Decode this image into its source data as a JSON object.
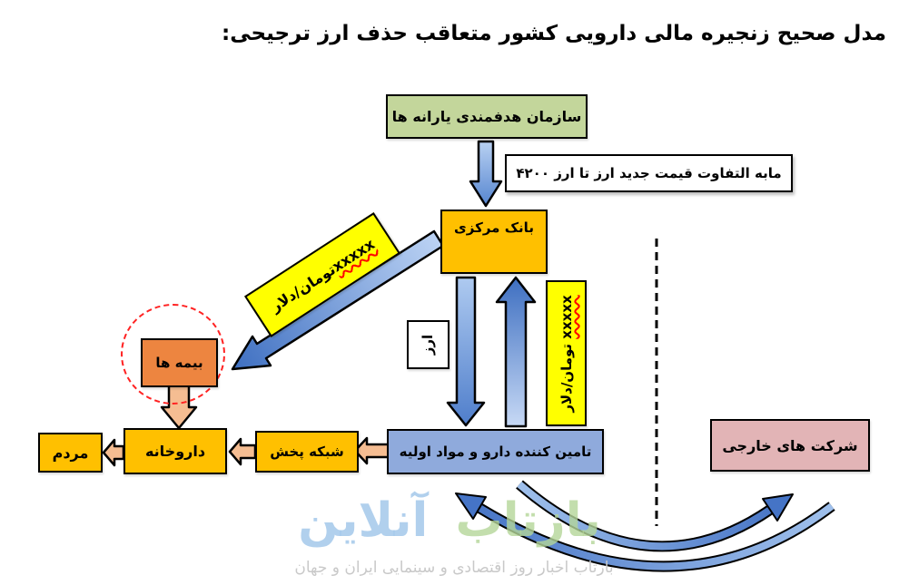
{
  "title": "مدل صحیح زنجیره مالی دارویی کشور متعاقب حذف ارز ترجیحی:",
  "boxes": {
    "subsidies_org": {
      "label": "سازمان هدفمندی یارانه ها",
      "fill": "#C3D69B"
    },
    "price_diff_note": {
      "label": "مابه التفاوت قیمت جدید ارز تا ارز ۴۲۰۰",
      "fill": "#FFFFFF"
    },
    "central_bank": {
      "label": "بانک مرکزی",
      "fill": "#FFC000"
    },
    "insurances": {
      "label": "بیمه ها",
      "fill": "#ED8540"
    },
    "currency": {
      "label": "ارز",
      "fill": "#FFFFFF"
    },
    "supplier": {
      "label": "تامین کننده دارو و مواد اولیه",
      "fill": "#8FAADC"
    },
    "distribution_network": {
      "label": "شبکه پخش",
      "fill": "#FFC000"
    },
    "pharmacy": {
      "label": "داروخانه",
      "fill": "#FFC000"
    },
    "people": {
      "label": "مردم",
      "fill": "#FFC000"
    },
    "foreign_companies": {
      "label": "شرکت های خارجی",
      "fill": "#E2B4B6"
    }
  },
  "rate_labels": {
    "diagonal": {
      "x_part": "xxxxx",
      "unit_part": "تومان/دلار",
      "fill": "#FFFF00"
    },
    "vertical": {
      "x_part": "xxxxx",
      "unit_part": " تومان/دلار",
      "fill": "#FFFF00"
    }
  },
  "watermark": {
    "brand_first": "بازتاب",
    "brand_second": "آنلاین",
    "tagline": "بازتاب اخبار روز اقتصادی و سینمایی ایران و جهان"
  },
  "colors": {
    "arrow_blue_light": "#B5CEF2",
    "arrow_blue_dark": "#4472C4",
    "arrow_peach": "#F5BD92",
    "highlight_circle": "#FF2222",
    "spellcheck_wavy": "#FF0000",
    "text": "#000000"
  }
}
